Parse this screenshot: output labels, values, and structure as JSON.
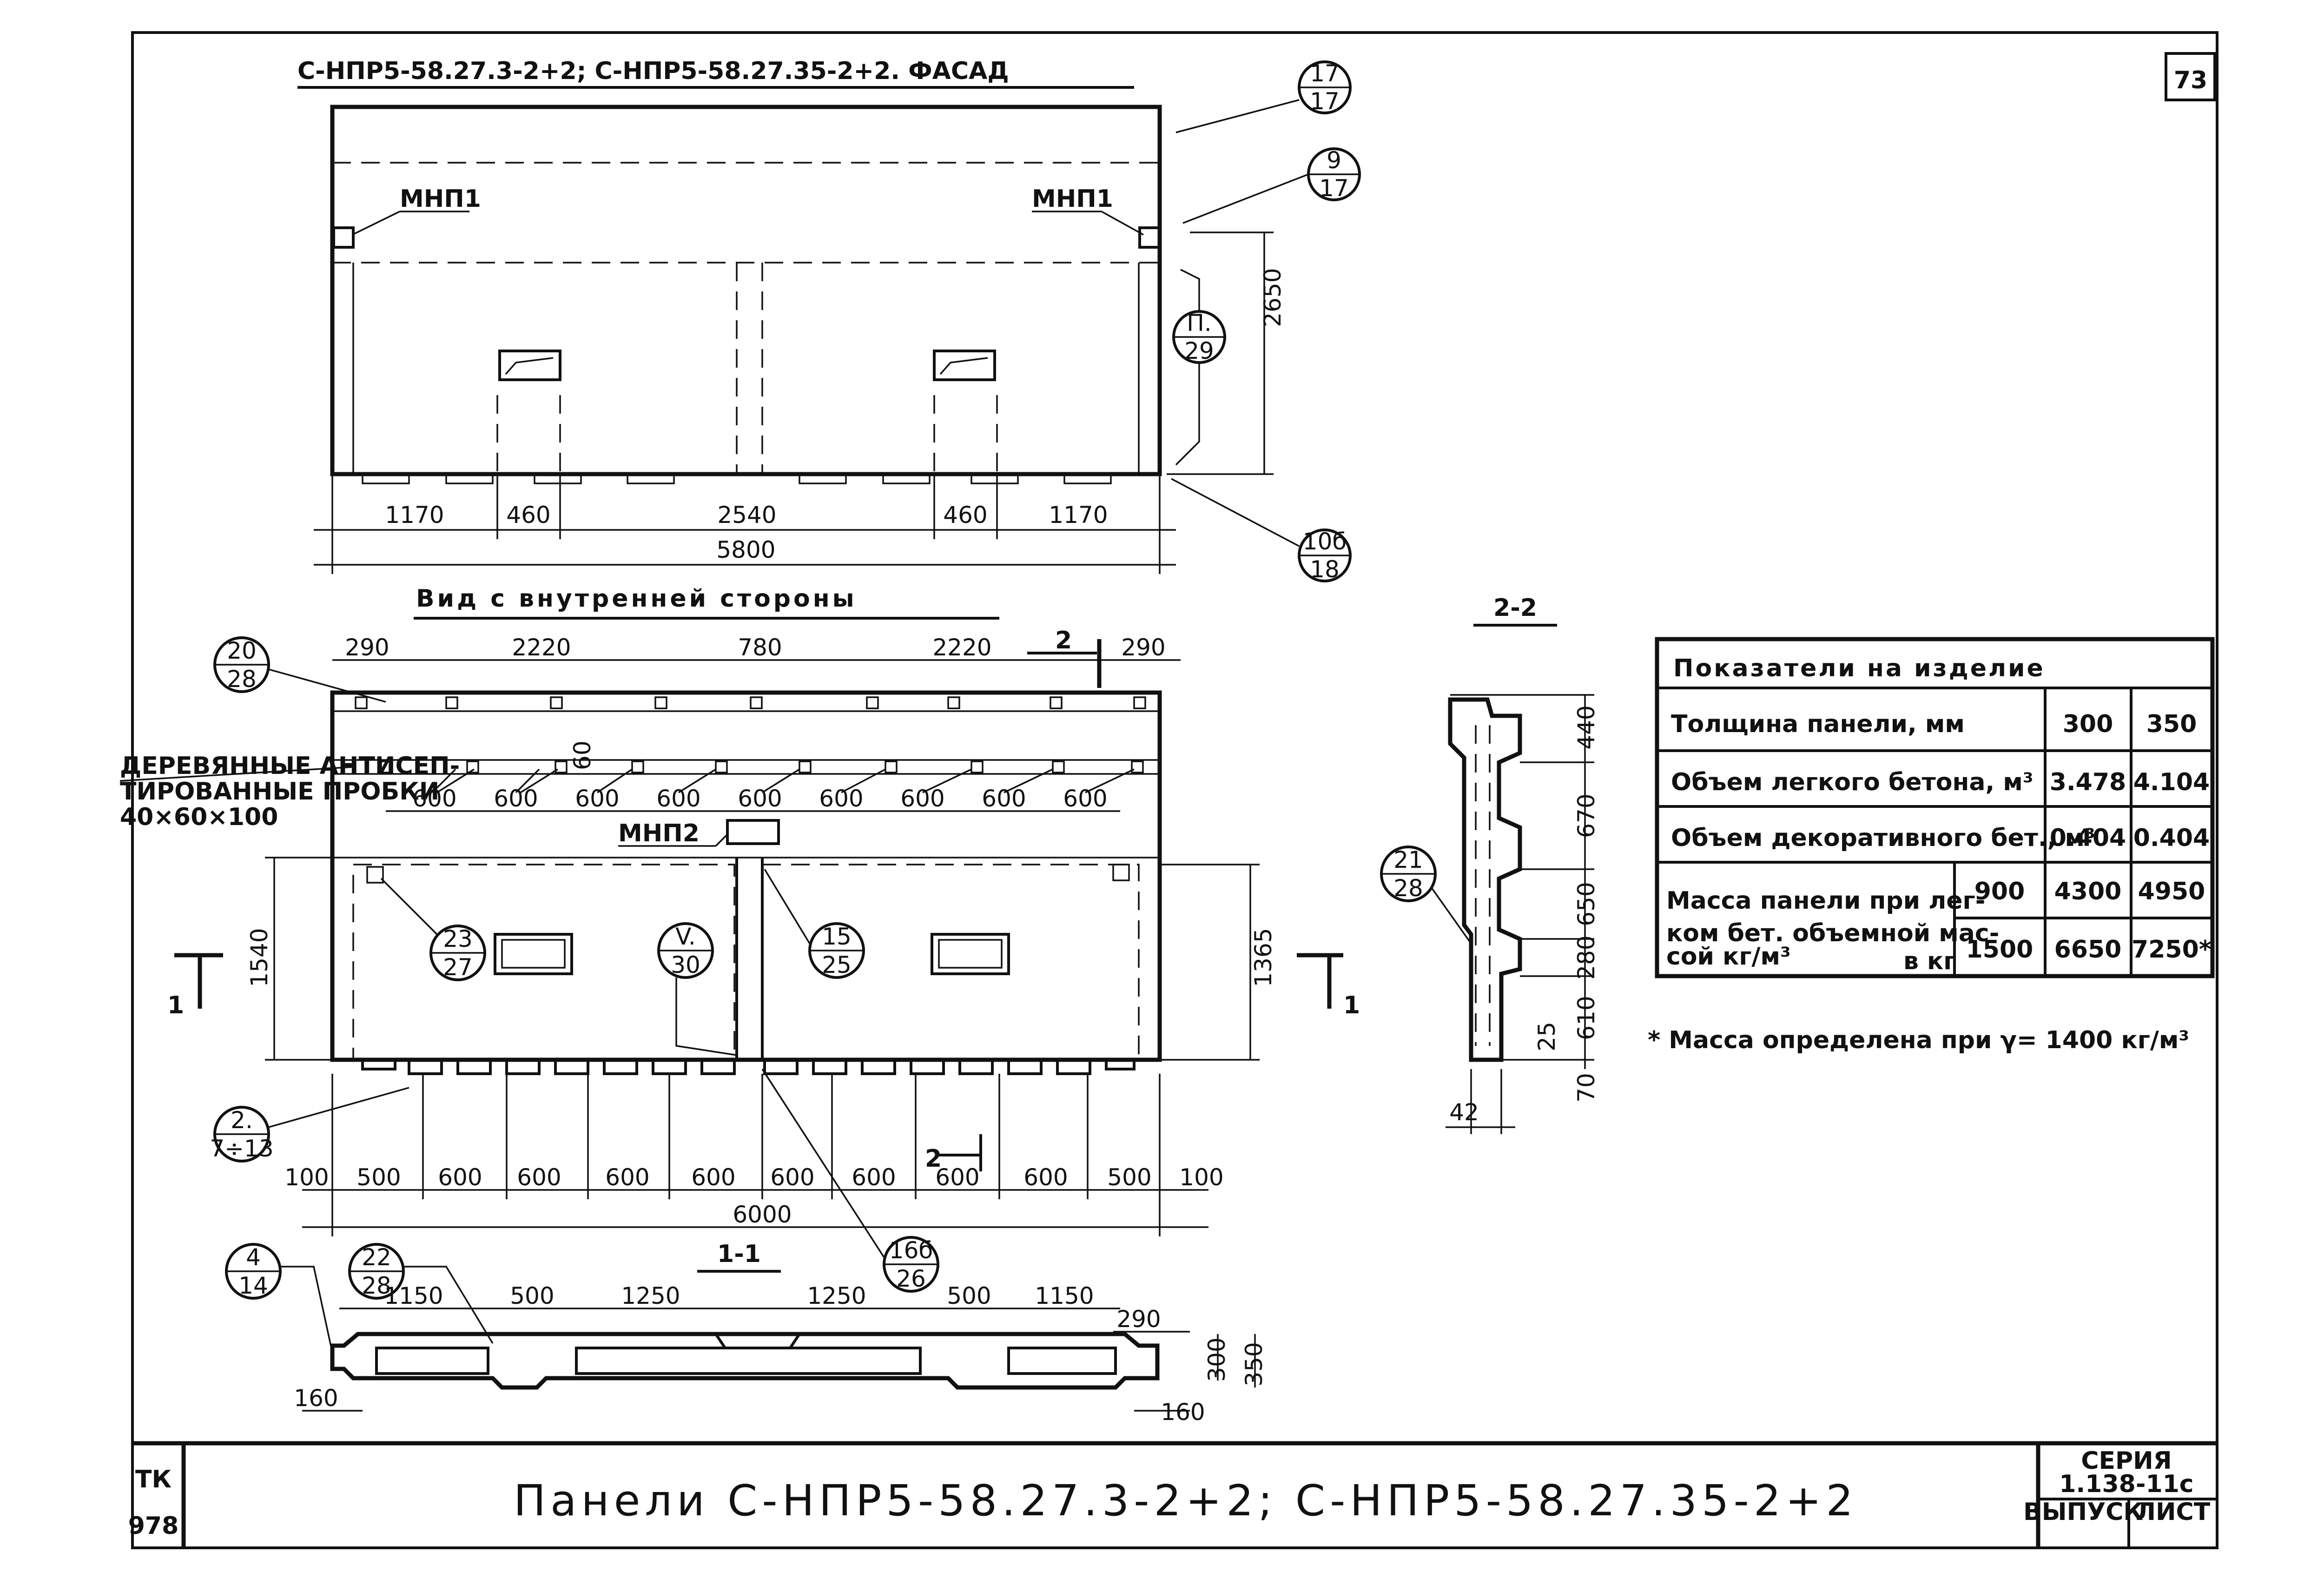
{
  "sheet": {
    "sheet_number": "73",
    "title_facade": "С-НПР5-58.27.3-2+2; С-НПР5-58.27.35-2+2. ФАСАД",
    "title_inner": "Вид с внутренней стороны",
    "section_1_1": "1-1",
    "section_2_2": "2-2",
    "main_title": "Панели С-НПР5-58.27.3-2+2; С-НПР5-58.27.35-2+2",
    "stamp_left": [
      "ТК",
      "978"
    ],
    "series_label": "СЕРИЯ",
    "series_value": "1.138-11с",
    "issue_label": "ВЫПУСК",
    "sheet_label": "ЛИСТ"
  },
  "facade": {
    "mark_left": "МНП1",
    "mark_right": "МНП1",
    "dims": [
      "1170",
      "460",
      "2540",
      "460",
      "1170"
    ],
    "total": "5800",
    "height": "2650",
    "callouts": [
      {
        "top": "17",
        "bottom": "17"
      },
      {
        "top": "9",
        "bottom": "17"
      },
      {
        "top": "П.",
        "bottom": "29"
      },
      {
        "top": "10б",
        "bottom": "18"
      }
    ]
  },
  "inner": {
    "top_dims": [
      "290",
      "2220",
      "780",
      "2220",
      "290"
    ],
    "cut_mark": "2",
    "side_note": [
      "ДЕРЕВЯННЫЕ АНТИСЕП-",
      "ТИРОВАННЫЕ ПРОБКИ",
      "40×60×100"
    ],
    "dim_60": "60",
    "plug_dims": [
      "600",
      "600",
      "600",
      "600",
      "600",
      "600",
      "600",
      "600",
      "600"
    ],
    "mark_mnp2": "МНП2",
    "height_left": "1540",
    "height_right": "1365",
    "section_mark": "1",
    "bottom_dims": [
      "100",
      "500",
      "600",
      "600",
      "600",
      "600",
      "600",
      "600",
      "600",
      "600",
      "500",
      "100"
    ],
    "total": "6000",
    "callouts": [
      {
        "top": "20",
        "bottom": "28"
      },
      {
        "top": "23",
        "bottom": "27"
      },
      {
        "top": "V.",
        "bottom": "30"
      },
      {
        "top": "15",
        "bottom": "25"
      },
      {
        "top": "2.",
        "bottom": "7÷13"
      },
      {
        "top": "16б",
        "bottom": "26"
      }
    ]
  },
  "section11": {
    "dims": [
      "1150",
      "500",
      "1250",
      "1250",
      "500",
      "1150"
    ],
    "dim_290": "290",
    "dim_300": "300",
    "dim_350": "350",
    "edge_left": "160",
    "edge_right": "160",
    "callouts": [
      {
        "top": "4",
        "bottom": "14"
      },
      {
        "top": "22",
        "bottom": "28"
      }
    ]
  },
  "section22": {
    "dims": [
      "440",
      "670",
      "650",
      "280",
      "610",
      "70"
    ],
    "small_dim": "25",
    "width": "42",
    "callout": {
      "top": "21",
      "bottom": "28"
    }
  },
  "table": {
    "title": "Показатели на изделие",
    "rows": [
      {
        "label": "Толщина панели, мм",
        "v300": "300",
        "v350": "350"
      },
      {
        "label": "Объем легкого бетона, м³",
        "v300": "3.478",
        "v350": "4.104"
      },
      {
        "label": "Объем декоративного бет., м³",
        "v300": "0.404",
        "v350": "0.404"
      }
    ],
    "mass_label": [
      "Масса панели при лег-",
      "ком бет. объемной мас-",
      "сой кг/м³",
      "в кг"
    ],
    "mass_rows": [
      {
        "density": "900",
        "v300": "4300",
        "v350": "4950"
      },
      {
        "density": "1500",
        "v300": "6650",
        "v350": "7250*"
      }
    ],
    "footnote": "* Масса определена при γ= 1400 кг/м³"
  }
}
